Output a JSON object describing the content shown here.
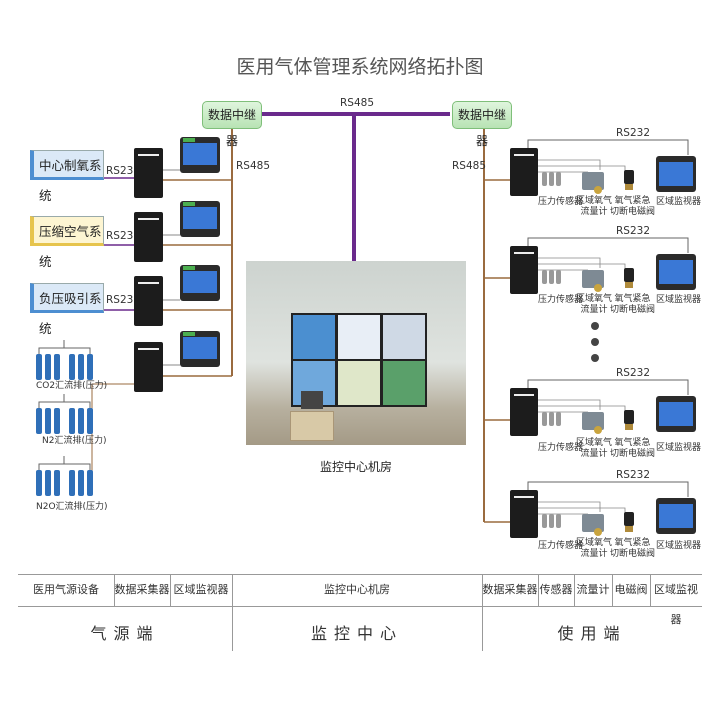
{
  "title": "医用气体管理系统网络拓扑图",
  "relay_label": "数据中继器",
  "bus_labels": {
    "rs485": "RS485",
    "rs232": "RS232"
  },
  "sources": [
    "中心制氧系统",
    "压缩空气系统",
    "负压吸引系统"
  ],
  "manifolds": [
    "CO2汇流排(压力)",
    "N2汇流排(压力)",
    "N2O汇流排(压力)"
  ],
  "monitoring_room_label": "监控中心机房",
  "device_labels": {
    "pressure_sensor": "压力传感器",
    "flowmeter": "区域氧气\n流量计",
    "valve": "氧气紧急\n切断电磁阀",
    "monitor": "区域监视器"
  },
  "table": {
    "headers": [
      "医用气源设备",
      "数据采集器",
      "区域监视器",
      "监控中心机房",
      "数据采集器",
      "传感器",
      "流量计",
      "电磁阀",
      "区域监视器"
    ],
    "groups": [
      "气源端",
      "监控中心",
      "使用端"
    ]
  },
  "colors": {
    "bus_purple": "#6a2a8c",
    "wire_brown": "#9a6b3f",
    "relay_green": "#b8e3b4",
    "screen_blue": "#3a78d6"
  }
}
